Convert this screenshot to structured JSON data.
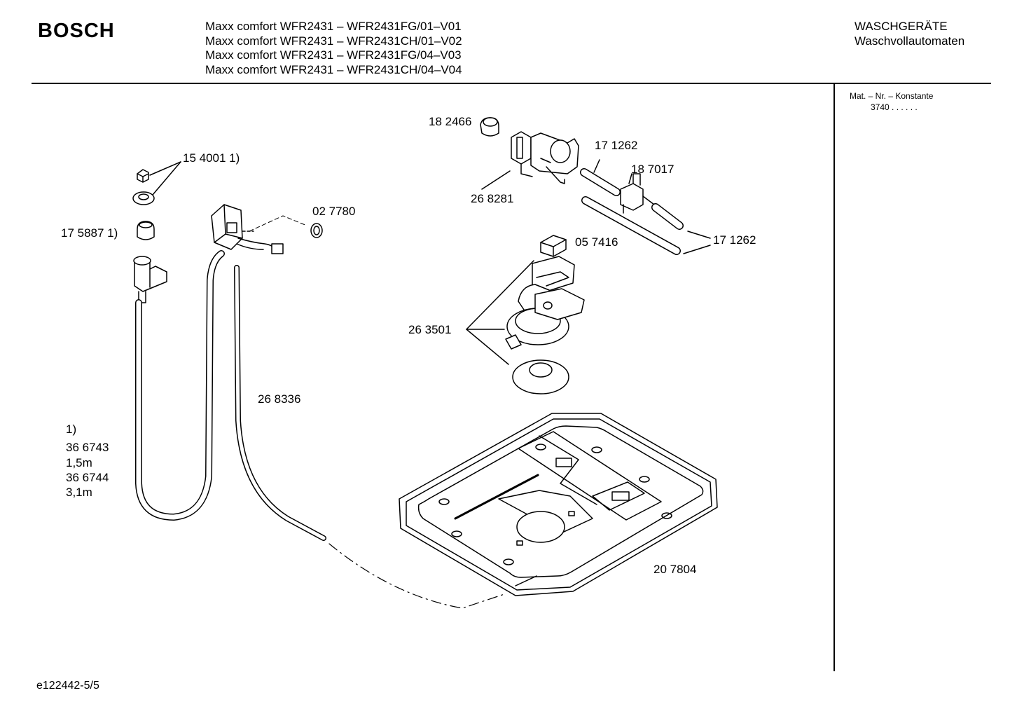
{
  "header": {
    "brand": "BOSCH",
    "models": [
      "Maxx comfort WFR2431 – WFR2431FG/01–V01",
      "Maxx comfort WFR2431 – WFR2431CH/01–V02",
      "Maxx comfort WFR2431 – WFR2431FG/04–V03",
      "Maxx comfort WFR2431 – WFR2431CH/04–V04"
    ],
    "category_line1": "WASCHGERÄTE",
    "category_line2": "Waschvollautomaten"
  },
  "sidebar": {
    "mat_label": "Mat. – Nr. – Konstante",
    "mat_value": "3740  .  .    .  .  .  ."
  },
  "parts": {
    "p154001": "15 4001 1)",
    "p175887": "17 5887 1)",
    "p027780": "02 7780",
    "p268336": "26 8336",
    "p182466": "18 2466",
    "p268281": "26 8281",
    "p171262a": "17 1262",
    "p187017": "18 7017",
    "p171262b": "17 1262",
    "p057416": "05 7416",
    "p263501": "26 3501",
    "p207804": "20 7804"
  },
  "footnote": {
    "marker": "1)",
    "line1": "36 6743",
    "line2": "1,5m",
    "line3": "36 6744",
    "line4": "3,1m"
  },
  "footer": {
    "doc_id": "e122442-5/5"
  }
}
